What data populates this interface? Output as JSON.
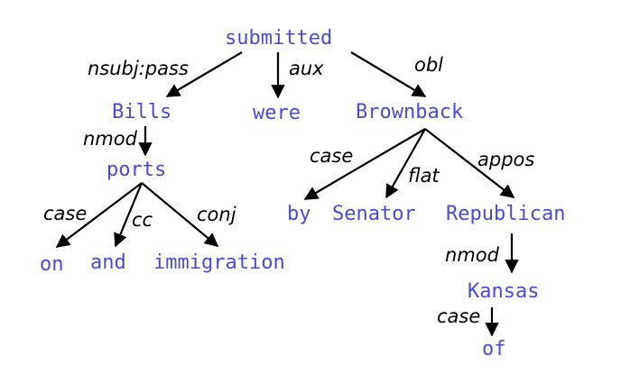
{
  "colors": {
    "word": "#4a4ad6",
    "label": "#000000",
    "arrow": "#000000"
  },
  "words": {
    "submitted": "submitted",
    "bills": "Bills",
    "were": "were",
    "brownback": "Brownback",
    "ports": "ports",
    "by": "by",
    "senator": "Senator",
    "republican": "Republican",
    "on": "on",
    "and": "and",
    "immigration": "immigration",
    "kansas": "Kansas",
    "of": "of"
  },
  "relations": {
    "nsubj_pass": "nsubj:pass",
    "aux": "aux",
    "obl": "obl",
    "nmod_ports": "nmod",
    "case_by": "case",
    "flat": "flat",
    "appos": "appos",
    "case_on": "case",
    "cc": "cc",
    "conj": "conj",
    "nmod_kansas": "nmod",
    "case_of": "case"
  },
  "edges": [
    {
      "head": "submitted",
      "dep": "bills",
      "label": "nsubj:pass"
    },
    {
      "head": "submitted",
      "dep": "were",
      "label": "aux"
    },
    {
      "head": "submitted",
      "dep": "brownback",
      "label": "obl"
    },
    {
      "head": "bills",
      "dep": "ports",
      "label": "nmod"
    },
    {
      "head": "brownback",
      "dep": "by",
      "label": "case"
    },
    {
      "head": "brownback",
      "dep": "senator",
      "label": "flat"
    },
    {
      "head": "brownback",
      "dep": "republican",
      "label": "appos"
    },
    {
      "head": "ports",
      "dep": "on",
      "label": "case"
    },
    {
      "head": "ports",
      "dep": "and",
      "label": "cc"
    },
    {
      "head": "ports",
      "dep": "immigration",
      "label": "conj"
    },
    {
      "head": "republican",
      "dep": "kansas",
      "label": "nmod"
    },
    {
      "head": "kansas",
      "dep": "of",
      "label": "case"
    }
  ]
}
